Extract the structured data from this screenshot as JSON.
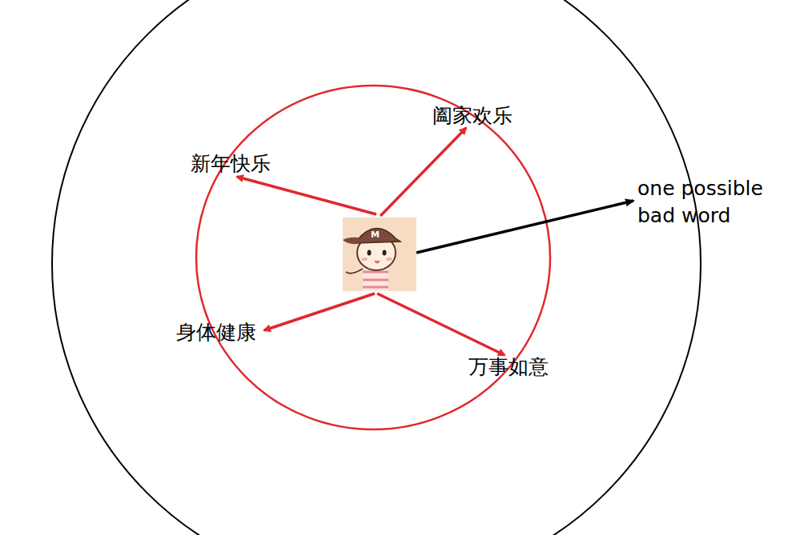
{
  "diagram": {
    "labels": [
      "阖家欢乐",
      "新年快乐",
      "one possible bad word",
      "身体健康",
      "万事如意"
    ]
  }
}
